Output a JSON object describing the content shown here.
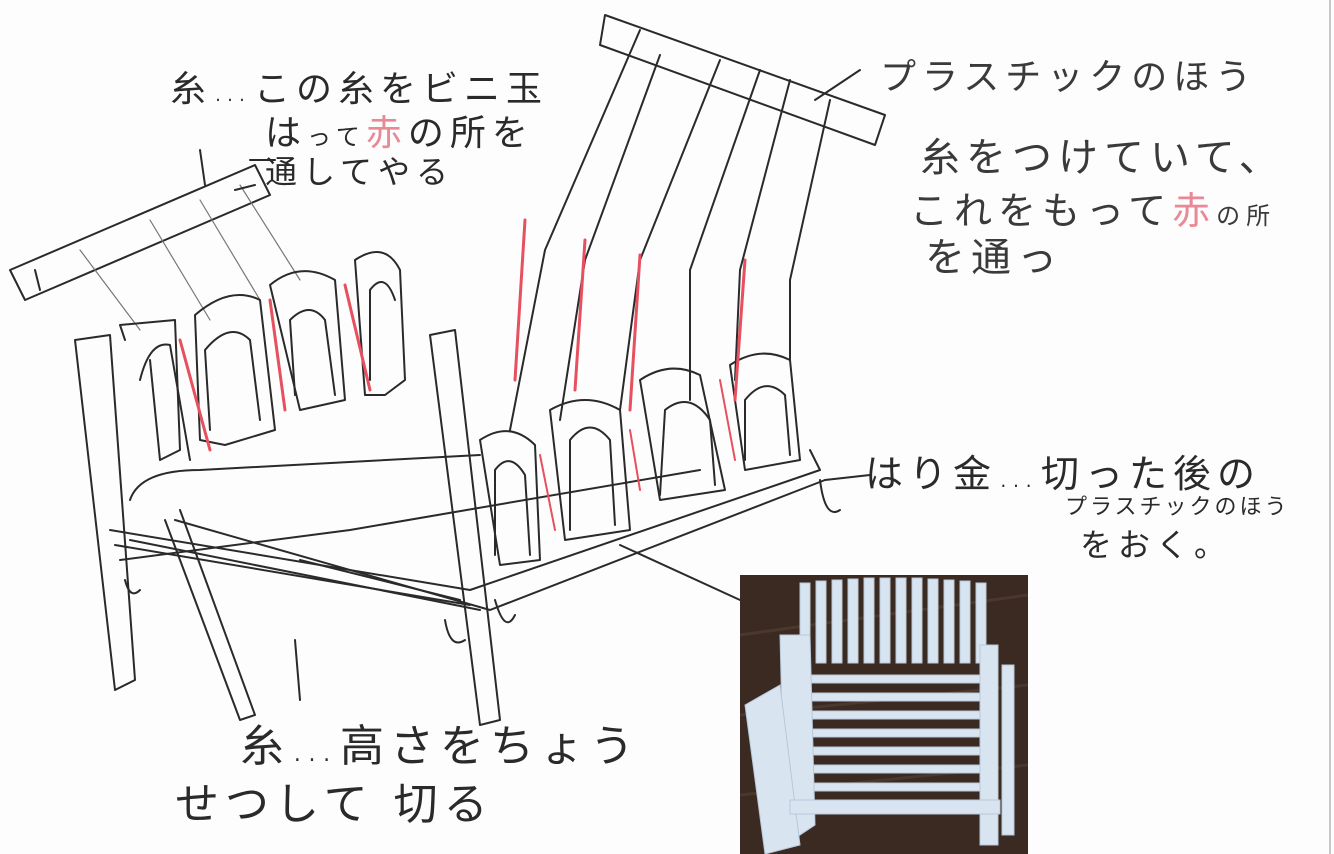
{
  "notes": {
    "top_left": {
      "line1": "糸…この糸をビニ玉",
      "line2_a": "は",
      "line2_b": "って",
      "line2_red": "赤",
      "line2_c": "の所を",
      "line3": "通してやる"
    },
    "top_right": {
      "line1": "プラスチックのほう",
      "line2": "糸をつけていて、",
      "line3_a": "これをもって",
      "line3_red": "赤",
      "line3_b": "の所",
      "line4": "を通っ"
    },
    "middle_right": {
      "line1": "はり金…切った後の",
      "line2": "プラスチックのほう",
      "line3": "をおく。"
    },
    "bottom": {
      "line1": "糸…高さをちょう",
      "line2": "せつして 切る"
    }
  },
  "colors": {
    "pencil": "#2a2a2a",
    "red_pencil": "#e6505f",
    "photo_floor": "#3b2a22",
    "photo_chair": "#d8e4f0"
  },
  "icons": {
    "sketch": "chair-sketch-drawing",
    "photo": "plastic-chair-photo"
  }
}
